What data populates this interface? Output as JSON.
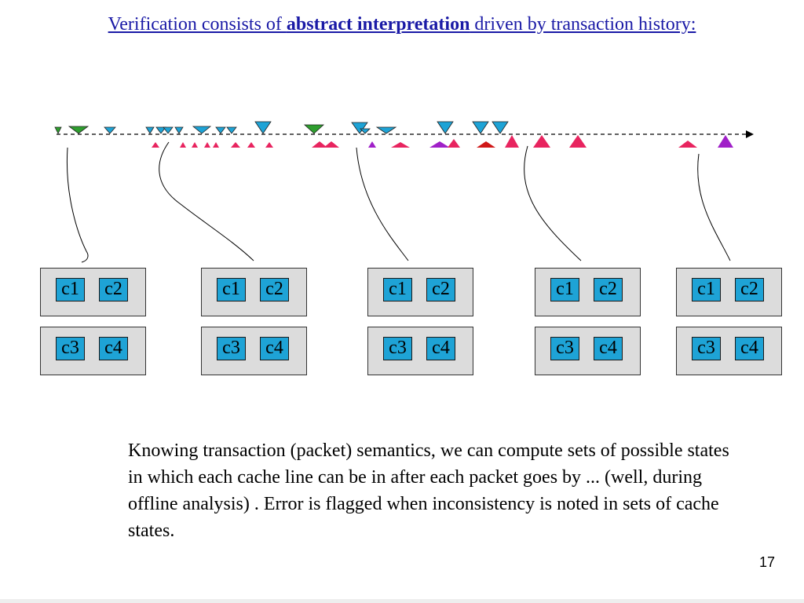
{
  "title": {
    "prefix": "Verification consists of ",
    "emphasis": "abstract interpretation",
    "suffix": " driven by transaction history:"
  },
  "colors": {
    "title": "#1a1aa6",
    "chip": "#1ea3d6",
    "box": "#dcdcdc",
    "down_green": "#2e9e2e",
    "down_blue": "#1ea3d6",
    "up_pink": "#e8245f",
    "up_red": "#d01818",
    "up_purple": "#a020c8"
  },
  "timeline": {
    "down_markers": [
      "green",
      "green",
      "blue",
      "blue",
      "blue",
      "blue",
      "blue",
      "blue",
      "blue",
      "blue",
      "blue",
      "green",
      "blue",
      "blue",
      "blue",
      "blue",
      "blue",
      "blue"
    ],
    "up_markers": [
      "pink",
      "pink",
      "pink",
      "pink",
      "pink",
      "pink",
      "pink",
      "pink",
      "pink",
      "pink",
      "purple",
      "pink",
      "purple",
      "pink",
      "red",
      "pink",
      "pink",
      "pink",
      "red",
      "pink",
      "purple",
      "purple"
    ]
  },
  "snapshots": [
    {
      "caches": [
        "c1",
        "c2",
        "c3",
        "c4"
      ]
    },
    {
      "caches": [
        "c1",
        "c2",
        "c3",
        "c4"
      ]
    },
    {
      "caches": [
        "c1",
        "c2",
        "c3",
        "c4"
      ]
    },
    {
      "caches": [
        "c1",
        "c2",
        "c3",
        "c4"
      ]
    },
    {
      "caches": [
        "c1",
        "c2",
        "c3",
        "c4"
      ]
    }
  ],
  "description": "Knowing transaction (packet) semantics, we can compute sets of possible states in which each cache line can be in after each packet goes by ... (well, during offline analysis) . Error is flagged when inconsistency is noted in sets of cache states.",
  "page_number": "17"
}
